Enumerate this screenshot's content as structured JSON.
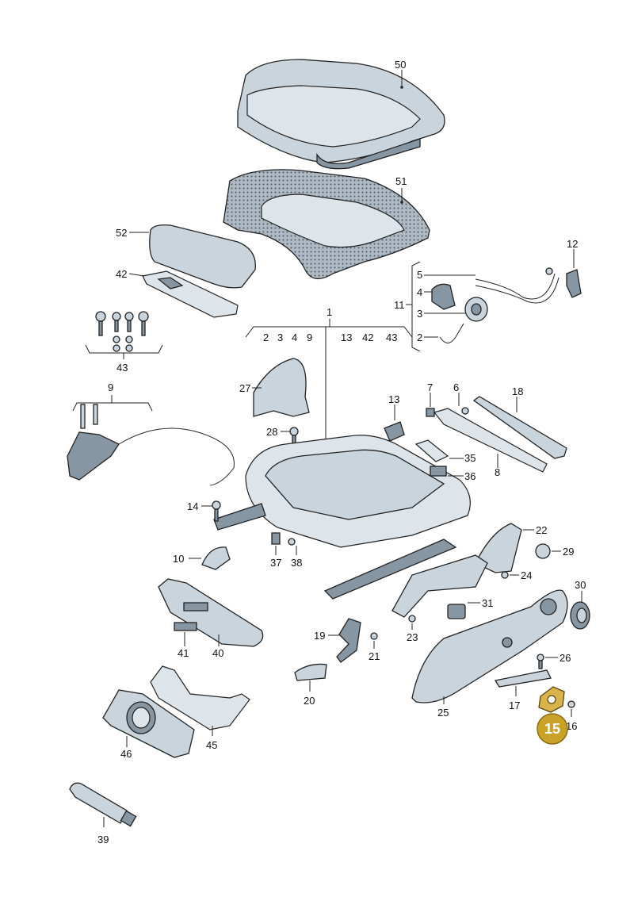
{
  "callouts": {
    "p50": "50",
    "p51": "51",
    "p52": "52",
    "p42": "42",
    "p12": "12",
    "p5": "5",
    "p4": "4",
    "p11": "11",
    "p3": "3",
    "p2": "2",
    "p1": "1",
    "group1": [
      "2",
      "3",
      "4",
      "9",
      "13",
      "42",
      "43"
    ],
    "p43": "43",
    "p9": "9",
    "p27": "27",
    "p28": "28",
    "p13": "13",
    "p7": "7",
    "p6": "6",
    "p18": "18",
    "p35": "35",
    "p36": "36",
    "p8": "8",
    "p14": "14",
    "p10": "10",
    "p37": "37",
    "p38": "38",
    "p22": "22",
    "p29": "29",
    "p24": "24",
    "p30": "30",
    "p31": "31",
    "p19": "19",
    "p21": "21",
    "p23": "23",
    "p26": "26",
    "p41": "41",
    "p40": "40",
    "p20": "20",
    "p17": "17",
    "p25": "25",
    "p16": "16",
    "p46": "46",
    "p45": "45",
    "p39": "39"
  },
  "highlight": {
    "label": "15",
    "color": "#c9a227"
  }
}
